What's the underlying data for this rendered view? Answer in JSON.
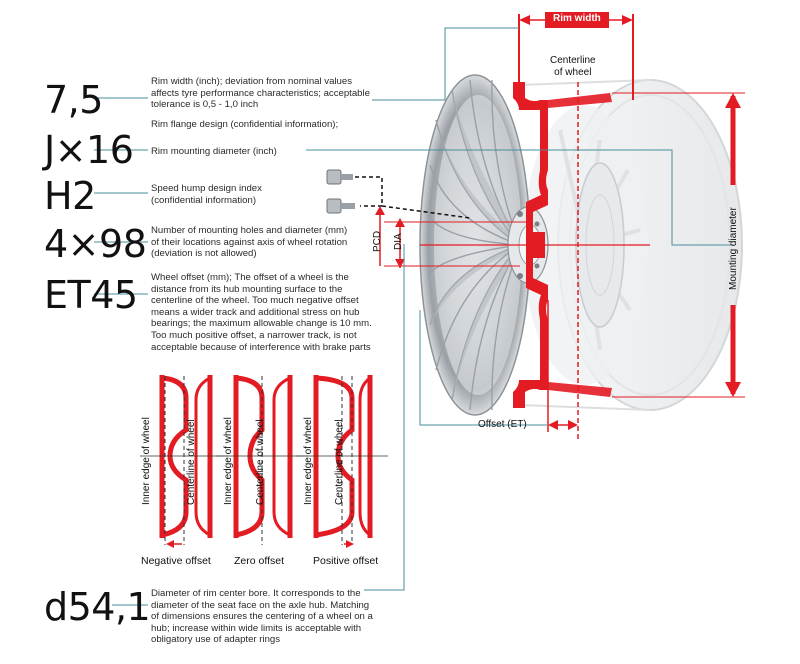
{
  "rim_width_label": "Rim width",
  "centerline_label": "Centerline\nof wheel",
  "mounting_diameter_label": "Mounting diameter",
  "pcd_label": "PCD",
  "dia_label": "DIA",
  "offset_label": "Offset (ET)",
  "entries": [
    {
      "code": "7,5",
      "desc": "Rim width (inch); deviation from nominal values affects tyre performance characteristics; acceptable tolerance is 0,5 - 1,0 inch"
    },
    {
      "code": "J×16",
      "desc_flange": "Rim flange design (confidential information);",
      "desc": "Rim mounting diameter (inch)"
    },
    {
      "code": "H2",
      "desc": "Speed hump design index\n(confidential information)"
    },
    {
      "code": "4×98",
      "desc": "Number of mounting holes and diameter (mm)\nof their locations against axis of wheel rotation\n(deviation is not allowed)"
    },
    {
      "code": "ET45",
      "desc": "Wheel offset (mm); The offset of a wheel is the distance from its hub mounting surface to the centerline of the wheel. Too much negative offset means a wider track and additional stress on hub bearings; the maximum allowable change is 10 mm. Too much positive offset, a narrower track, is not acceptable because of interference with brake parts"
    },
    {
      "code": "d54,1",
      "desc": "Diameter of rim center bore. It corresponds to the diameter of the seat face on the axle hub. Matching of dimensions ensures the centering of a wheel on a hub; increase within wide limits is acceptable with obligatory use of adapter rings"
    }
  ],
  "offsets": [
    {
      "inner_label": "Inner edge of wheel",
      "center_label": "Centerline of wheel",
      "caption": "Negative offset"
    },
    {
      "inner_label": "Inner edge of wheel",
      "center_label": "Centerline of wheel",
      "caption": "Zero offset"
    },
    {
      "inner_label": "Inner edge of wheel",
      "center_label": "Centerline of wheel",
      "caption": "Positive offset"
    }
  ],
  "colors": {
    "accent": "#e31b23",
    "line": "#4a8c9c",
    "rim": "#cfd3d7"
  }
}
